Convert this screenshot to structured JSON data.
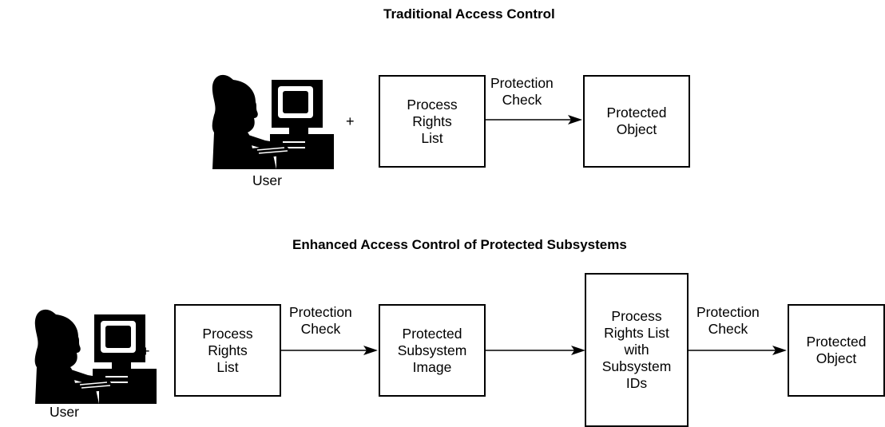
{
  "diagram": {
    "top": {
      "title": "Traditional Access Control",
      "user_label": "User",
      "plus": "+",
      "process_box": [
        "Process",
        "Rights",
        "List"
      ],
      "check_label": [
        "Protection",
        "Check"
      ],
      "object_box": [
        "Protected",
        "Object"
      ]
    },
    "bottom": {
      "title": "Enhanced Access Control of Protected Subsystems",
      "user_label": "User",
      "plus": "+",
      "process_box": [
        "Process",
        "Rights",
        "List"
      ],
      "check1_label": [
        "Protection",
        "Check"
      ],
      "subsystem_box": [
        "Protected",
        "Subsystem",
        "Image"
      ],
      "rights_ids_box": [
        "Process",
        "Rights List",
        "with",
        "Subsystem",
        "IDs"
      ],
      "check2_label": [
        "Protection",
        "Check"
      ],
      "object_box": [
        "Protected",
        "Object"
      ]
    },
    "icons": {
      "user": "user-at-computer-icon",
      "arrow": "arrow-right-icon"
    }
  }
}
